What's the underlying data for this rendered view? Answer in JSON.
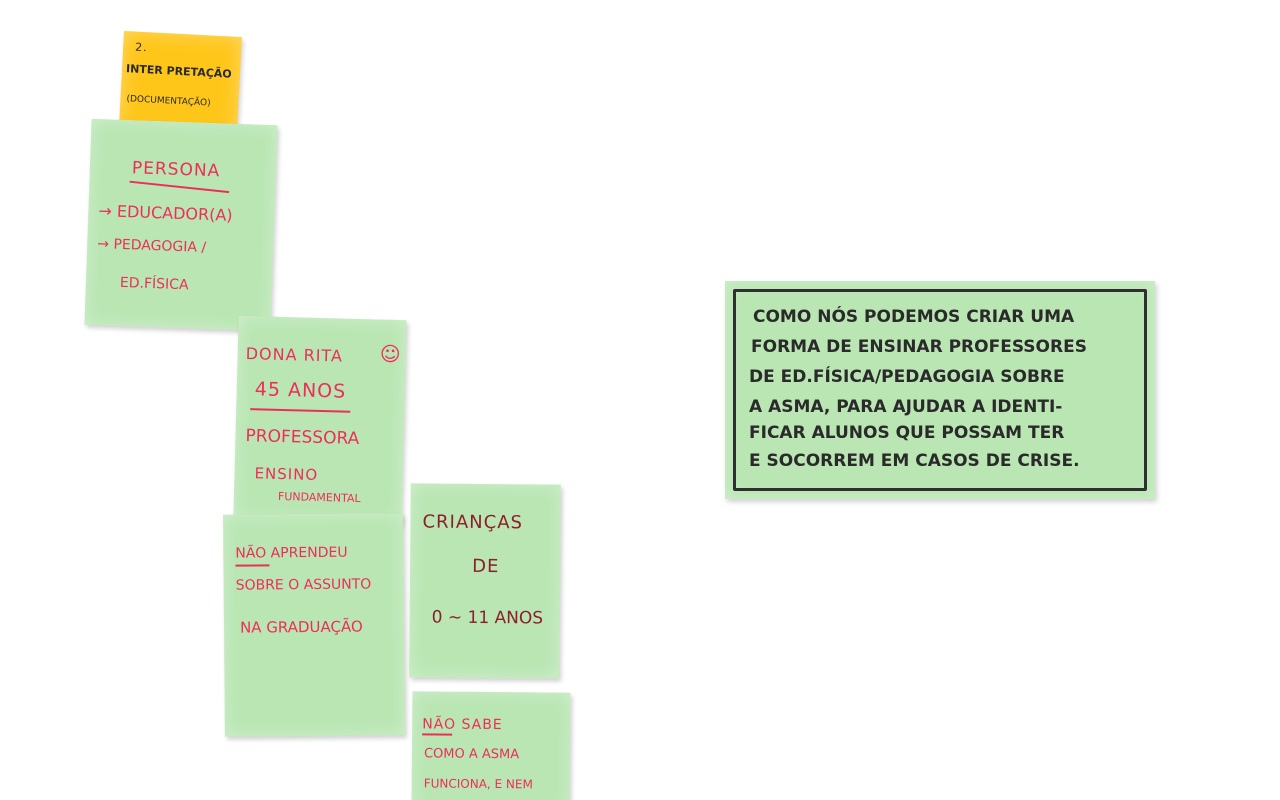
{
  "notes": {
    "yellow": {
      "number": "2.",
      "title": "INTER PRETAÇÃO",
      "subtitle": "(DOCUMENTAÇÃO)"
    },
    "persona": {
      "heading": "PERSONA",
      "line1": "→ EDUCADOR(A)",
      "line2": "→ PEDAGOGIA /",
      "line3": "ED.FÍSICA"
    },
    "rita": {
      "name": "DONA RITA",
      "age": "45 ANOS",
      "role": "PROFESSORA",
      "line4": "ENSINO",
      "line5": "FUNDAMENTAL"
    },
    "naoaprendeu": {
      "line1": "NÃO APRENDEU",
      "line2": "SOBRE O ASSUNTO",
      "line3": "NA GRADUAÇÃO"
    },
    "criancas": {
      "line1": "CRIANÇAS",
      "line2": "DE",
      "line3": "0 ~ 11 ANOS"
    },
    "naosabe": {
      "line1": "NÃO SABE",
      "line2": "COMO A ASMA",
      "line3": "FUNCIONA, E NEM"
    },
    "question": {
      "line1": "COMO NÓS PODEMOS CRIAR UMA",
      "line2": "FORMA DE ENSINAR PROFESSORES",
      "line3": "DE ED.FÍSICA/PEDAGOGIA SOBRE",
      "line4": "A ASMA, PARA AJUDAR A IDENTI-",
      "line5": "FICAR ALUNOS QUE POSSAM TER",
      "line6": "E SOCORREM EM CASOS DE CRISE."
    }
  }
}
